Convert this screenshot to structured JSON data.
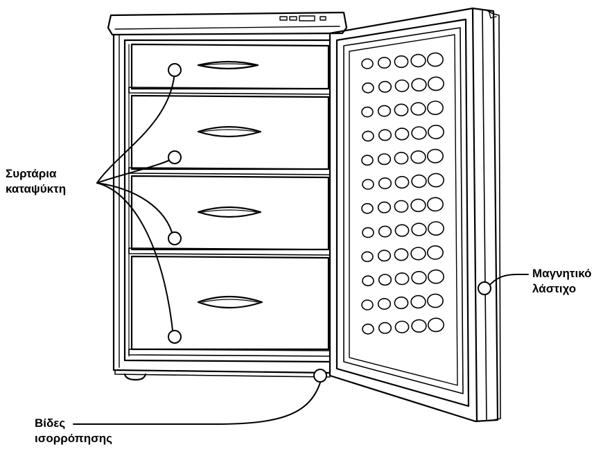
{
  "labels": {
    "freezer_drawers": {
      "line1": "Συρτάρια",
      "line2": "καταψύκτη"
    },
    "magnetic_gasket": {
      "line1": "Μαγνητικό",
      "line2": "λάστιχο"
    },
    "levelling_feet": {
      "line1": "Βίδες",
      "line2": "ισορρόπησης"
    }
  },
  "door_shelf": {
    "rows": 12,
    "dots_per_row": 5
  },
  "drawer_count": 4,
  "colors": {
    "line": "#000000",
    "background": "#ffffff"
  }
}
